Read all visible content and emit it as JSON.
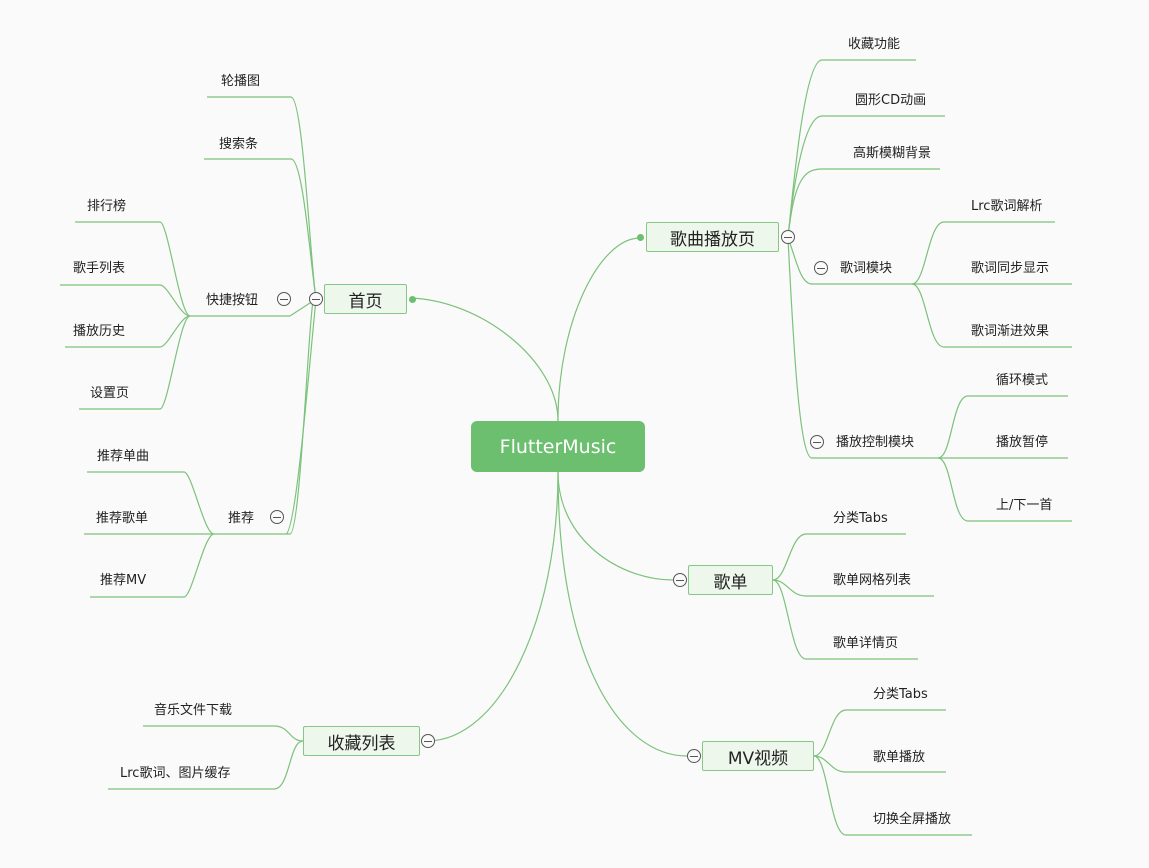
{
  "root": "FlutterMusic",
  "colors": {
    "line": "#7cc27c",
    "root_fill": "#6cbf6f",
    "node_fill": "#eef7ec",
    "node_border": "#86c786"
  },
  "home": {
    "label": "首页",
    "banner": "轮播图",
    "search": "搜索条",
    "shortcuts": {
      "label": "快捷按钮",
      "items": [
        "排行榜",
        "歌手列表",
        "播放历史",
        "设置页"
      ]
    },
    "recommend": {
      "label": "推荐",
      "items": [
        "推荐单曲",
        "推荐歌单",
        "推荐MV"
      ]
    }
  },
  "favorites": {
    "label": "收藏列表",
    "items": [
      "音乐文件下载",
      "Lrc歌词、图片缓存"
    ]
  },
  "player": {
    "label": "歌曲播放页",
    "items": [
      "收藏功能",
      "圆形CD动画",
      "高斯模糊背景"
    ],
    "lyrics": {
      "label": "歌词模块",
      "items": [
        "Lrc歌词解析",
        "歌词同步显示",
        "歌词渐进效果"
      ]
    },
    "controls": {
      "label": "播放控制模块",
      "items": [
        "循环模式",
        "播放暂停",
        "上/下一首"
      ]
    }
  },
  "playlist": {
    "label": "歌单",
    "items": [
      "分类Tabs",
      "歌单网格列表",
      "歌单详情页"
    ]
  },
  "mv": {
    "label": "MV视频",
    "items": [
      "分类Tabs",
      "歌单播放",
      "切换全屏播放"
    ]
  }
}
